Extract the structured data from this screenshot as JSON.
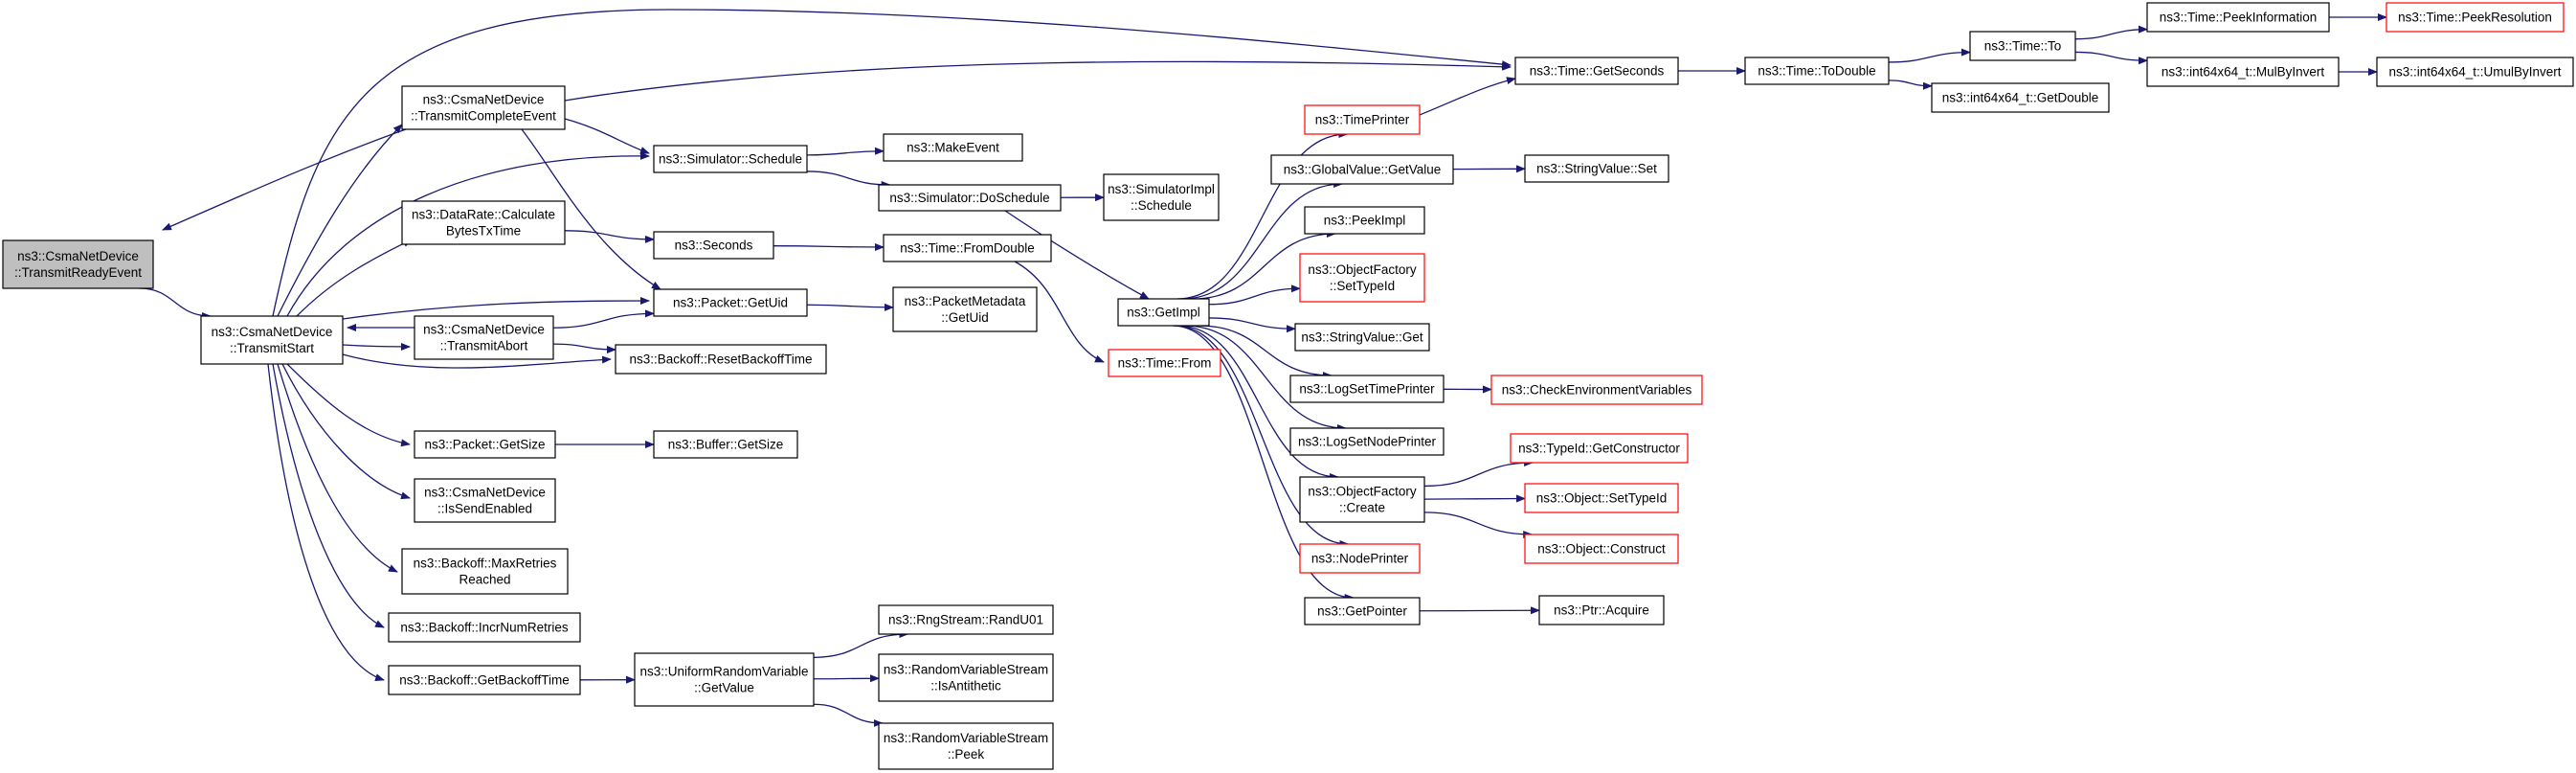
{
  "nodes": [
    {
      "id": "root",
      "lines": [
        "ns3::CsmaNetDevice",
        "::TransmitReadyEvent"
      ],
      "style": "root"
    },
    {
      "id": "ts",
      "lines": [
        "ns3::CsmaNetDevice",
        "::TransmitStart"
      ],
      "style": "normal"
    },
    {
      "id": "tce",
      "lines": [
        "ns3::CsmaNetDevice",
        "::TransmitCompleteEvent"
      ],
      "style": "normal"
    },
    {
      "id": "drc",
      "lines": [
        "ns3::DataRate::Calculate",
        "BytesTxTime"
      ],
      "style": "normal"
    },
    {
      "id": "ta",
      "lines": [
        "ns3::CsmaNetDevice",
        "::TransmitAbort"
      ],
      "style": "normal"
    },
    {
      "id": "pgs",
      "lines": [
        "ns3::Packet::GetSize"
      ],
      "style": "normal"
    },
    {
      "id": "ise",
      "lines": [
        "ns3::CsmaNetDevice",
        "::IsSendEnabled"
      ],
      "style": "normal"
    },
    {
      "id": "mrr",
      "lines": [
        "ns3::Backoff::MaxRetries",
        "Reached"
      ],
      "style": "normal"
    },
    {
      "id": "inr",
      "lines": [
        "ns3::Backoff::IncrNumRetries"
      ],
      "style": "normal"
    },
    {
      "id": "gbt",
      "lines": [
        "ns3::Backoff::GetBackoffTime"
      ],
      "style": "normal"
    },
    {
      "id": "ss",
      "lines": [
        "ns3::Simulator::Schedule"
      ],
      "style": "normal"
    },
    {
      "id": "sec",
      "lines": [
        "ns3::Seconds"
      ],
      "style": "normal"
    },
    {
      "id": "puid",
      "lines": [
        "ns3::Packet::GetUid"
      ],
      "style": "normal"
    },
    {
      "id": "rbt",
      "lines": [
        "ns3::Backoff::ResetBackoffTime"
      ],
      "style": "normal"
    },
    {
      "id": "bgs",
      "lines": [
        "ns3::Buffer::GetSize"
      ],
      "style": "normal"
    },
    {
      "id": "urv",
      "lines": [
        "ns3::UniformRandomVariable",
        "::GetValue"
      ],
      "style": "normal"
    },
    {
      "id": "me",
      "lines": [
        "ns3::MakeEvent"
      ],
      "style": "normal"
    },
    {
      "id": "sds",
      "lines": [
        "ns3::Simulator::DoSchedule"
      ],
      "style": "normal"
    },
    {
      "id": "tfd",
      "lines": [
        "ns3::Time::FromDouble"
      ],
      "style": "normal"
    },
    {
      "id": "pmd",
      "lines": [
        "ns3::PacketMetadata",
        "::GetUid"
      ],
      "style": "normal"
    },
    {
      "id": "rsr",
      "lines": [
        "ns3::RngStream::RandU01"
      ],
      "style": "normal"
    },
    {
      "id": "rvsa",
      "lines": [
        "ns3::RandomVariableStream",
        "::IsAntithetic"
      ],
      "style": "normal"
    },
    {
      "id": "rvsp",
      "lines": [
        "ns3::RandomVariableStream",
        "::Peek"
      ],
      "style": "normal"
    },
    {
      "id": "sis",
      "lines": [
        "ns3::SimulatorImpl",
        "::Schedule"
      ],
      "style": "normal"
    },
    {
      "id": "gi",
      "lines": [
        "ns3::GetImpl"
      ],
      "style": "normal"
    },
    {
      "id": "tfr",
      "lines": [
        "ns3::Time::From"
      ],
      "style": "red"
    },
    {
      "id": "tp",
      "lines": [
        "ns3::TimePrinter"
      ],
      "style": "red"
    },
    {
      "id": "gvgv",
      "lines": [
        "ns3::GlobalValue::GetValue"
      ],
      "style": "normal"
    },
    {
      "id": "pimpl",
      "lines": [
        "ns3::PeekImpl"
      ],
      "style": "normal"
    },
    {
      "id": "ofst",
      "lines": [
        "ns3::ObjectFactory",
        "::SetTypeId"
      ],
      "style": "red"
    },
    {
      "id": "svg",
      "lines": [
        "ns3::StringValue::Get"
      ],
      "style": "normal"
    },
    {
      "id": "lstp",
      "lines": [
        "ns3::LogSetTimePrinter"
      ],
      "style": "normal"
    },
    {
      "id": "lsnp",
      "lines": [
        "ns3::LogSetNodePrinter"
      ],
      "style": "normal"
    },
    {
      "id": "ofc",
      "lines": [
        "ns3::ObjectFactory",
        "::Create"
      ],
      "style": "normal"
    },
    {
      "id": "np",
      "lines": [
        "ns3::NodePrinter"
      ],
      "style": "red"
    },
    {
      "id": "gp",
      "lines": [
        "ns3::GetPointer"
      ],
      "style": "normal"
    },
    {
      "id": "tgs",
      "lines": [
        "ns3::Time::GetSeconds"
      ],
      "style": "normal"
    },
    {
      "id": "svs",
      "lines": [
        "ns3::StringValue::Set"
      ],
      "style": "normal"
    },
    {
      "id": "cev",
      "lines": [
        "ns3::CheckEnvironmentVariables"
      ],
      "style": "red"
    },
    {
      "id": "tigc",
      "lines": [
        "ns3::TypeId::GetConstructor"
      ],
      "style": "red"
    },
    {
      "id": "ost",
      "lines": [
        "ns3::Object::SetTypeId"
      ],
      "style": "red"
    },
    {
      "id": "oc",
      "lines": [
        "ns3::Object::Construct"
      ],
      "style": "red"
    },
    {
      "id": "pacq",
      "lines": [
        "ns3::Ptr::Acquire"
      ],
      "style": "normal"
    },
    {
      "id": "ttd",
      "lines": [
        "ns3::Time::ToDouble"
      ],
      "style": "normal"
    },
    {
      "id": "tto",
      "lines": [
        "ns3::Time::To"
      ],
      "style": "normal"
    },
    {
      "id": "igd",
      "lines": [
        "ns3::int64x64_t::GetDouble"
      ],
      "style": "normal"
    },
    {
      "id": "tpi",
      "lines": [
        "ns3::Time::PeekInformation"
      ],
      "style": "normal"
    },
    {
      "id": "imbi",
      "lines": [
        "ns3::int64x64_t::MulByInvert"
      ],
      "style": "normal"
    },
    {
      "id": "tpr",
      "lines": [
        "ns3::Time::PeekResolution"
      ],
      "style": "red"
    },
    {
      "id": "iumbi",
      "lines": [
        "ns3::int64x64_t::UmulByInvert"
      ],
      "style": "normal"
    }
  ],
  "edges": [
    [
      "root",
      "ts"
    ],
    [
      "tce",
      "root"
    ],
    [
      "ts",
      "tce"
    ],
    [
      "ts",
      "drc"
    ],
    [
      "ts",
      "ta"
    ],
    [
      "ts",
      "pgs"
    ],
    [
      "ts",
      "ise"
    ],
    [
      "ts",
      "mrr"
    ],
    [
      "ts",
      "inr"
    ],
    [
      "ts",
      "gbt"
    ],
    [
      "ts",
      "ss"
    ],
    [
      "ts",
      "tgs"
    ],
    [
      "ts",
      "puid"
    ],
    [
      "ts",
      "rbt"
    ],
    [
      "ta",
      "ts"
    ],
    [
      "ta",
      "puid"
    ],
    [
      "ta",
      "rbt"
    ],
    [
      "tce",
      "ss"
    ],
    [
      "tce",
      "puid"
    ],
    [
      "tce",
      "tgs"
    ],
    [
      "drc",
      "sec"
    ],
    [
      "pgs",
      "bgs"
    ],
    [
      "gbt",
      "urv"
    ],
    [
      "ss",
      "me"
    ],
    [
      "ss",
      "sds"
    ],
    [
      "sec",
      "tfd"
    ],
    [
      "puid",
      "pmd"
    ],
    [
      "urv",
      "rsr"
    ],
    [
      "urv",
      "rvsa"
    ],
    [
      "urv",
      "rvsp"
    ],
    [
      "sds",
      "sis"
    ],
    [
      "sds",
      "gi"
    ],
    [
      "tfd",
      "tfr"
    ],
    [
      "gi",
      "tp"
    ],
    [
      "gi",
      "gvgv"
    ],
    [
      "gi",
      "pimpl"
    ],
    [
      "gi",
      "ofst"
    ],
    [
      "gi",
      "svg"
    ],
    [
      "gi",
      "lstp"
    ],
    [
      "gi",
      "lsnp"
    ],
    [
      "gi",
      "ofc"
    ],
    [
      "gi",
      "np"
    ],
    [
      "gi",
      "gp"
    ],
    [
      "tp",
      "tgs"
    ],
    [
      "gvgv",
      "svs"
    ],
    [
      "lstp",
      "cev"
    ],
    [
      "ofc",
      "tigc"
    ],
    [
      "ofc",
      "ost"
    ],
    [
      "ofc",
      "oc"
    ],
    [
      "gp",
      "pacq"
    ],
    [
      "tgs",
      "ttd"
    ],
    [
      "ttd",
      "tto"
    ],
    [
      "ttd",
      "igd"
    ],
    [
      "tto",
      "tpi"
    ],
    [
      "tto",
      "imbi"
    ],
    [
      "tpi",
      "tpr"
    ],
    [
      "imbi",
      "iumbi"
    ]
  ]
}
